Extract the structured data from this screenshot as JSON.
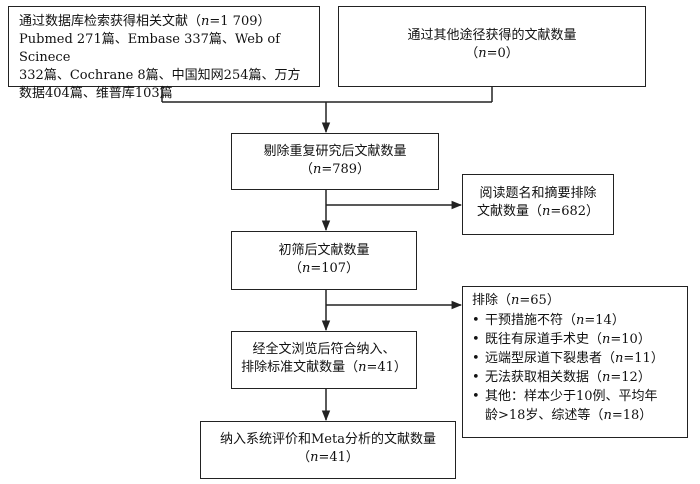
{
  "nodes": {
    "db_search": {
      "line1_pre": "通过数据库检索获得相关文献（",
      "n_symbol": "n",
      "line1_post": "=1 709）",
      "line2": "Pubmed 271篇、Embase 337篇、Web of Scinece",
      "line3": "332篇、Cochrane 8篇、中国知网254篇、万方",
      "line4": "数据404篇、维普库103篇"
    },
    "other_sources": {
      "line1": "通过其他途径获得的文献数量",
      "n_pre": "（",
      "n_symbol": "n",
      "n_post": "=0）"
    },
    "dedup": {
      "line1": "剔除重复研究后文献数量",
      "n_pre": "（",
      "n_symbol": "n",
      "n_post": "=789）"
    },
    "title_abstract_excl": {
      "line1": "阅读题名和摘要排除",
      "line2_pre": "文献数量（",
      "n_symbol": "n",
      "line2_post": "=682）"
    },
    "initial_screen": {
      "line1": "初筛后文献数量",
      "n_pre": "（",
      "n_symbol": "n",
      "n_post": "=107）"
    },
    "excluded": {
      "title_pre": "排除（",
      "n_symbol": "n",
      "title_post": "=65）",
      "items": [
        {
          "label": "干预措施不符（",
          "n_symbol": "n",
          "value": "=14）"
        },
        {
          "label": "既往有尿道手术史（",
          "n_symbol": "n",
          "value": "=10）"
        },
        {
          "label": "远端型尿道下裂患者（",
          "n_symbol": "n",
          "value": "=11）"
        },
        {
          "label": "无法获取相关数据（",
          "n_symbol": "n",
          "value": "=12）"
        },
        {
          "label": "其他：样本少于10例、平均年",
          "label2": "龄>18岁、综述等（",
          "n_symbol": "n",
          "value": "=18）"
        }
      ]
    },
    "fulltext": {
      "line1": "经全文浏览后符合纳入、",
      "line2_pre": "排除标准文献数量（",
      "n_symbol": "n",
      "line2_post": "=41）"
    },
    "included": {
      "line1": "纳入系统评价和Meta分析的文献数量",
      "n_pre": "（",
      "n_symbol": "n",
      "n_post": "=41）"
    }
  },
  "colors": {
    "stroke": "#222222",
    "background": "#ffffff"
  }
}
